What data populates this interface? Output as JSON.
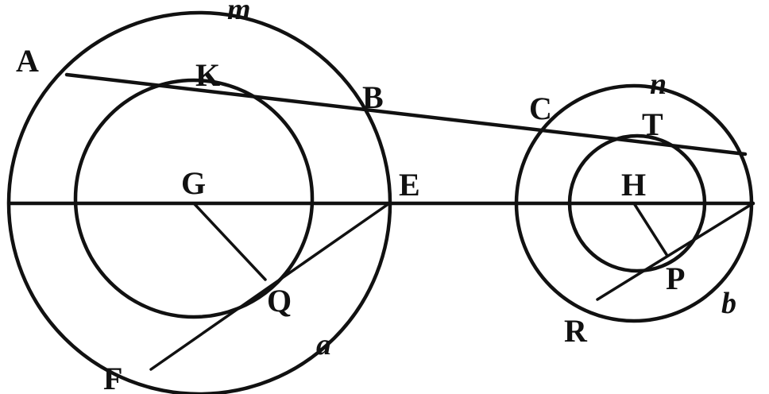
{
  "labels": {
    "A": "A",
    "K": "K",
    "m": "m",
    "B": "B",
    "C": "C",
    "n": "n",
    "T": "T",
    "G": "G",
    "E": "E",
    "H": "H",
    "Q": "Q",
    "P": "P",
    "a": "a",
    "b": "b",
    "F": "F",
    "R": "R"
  }
}
